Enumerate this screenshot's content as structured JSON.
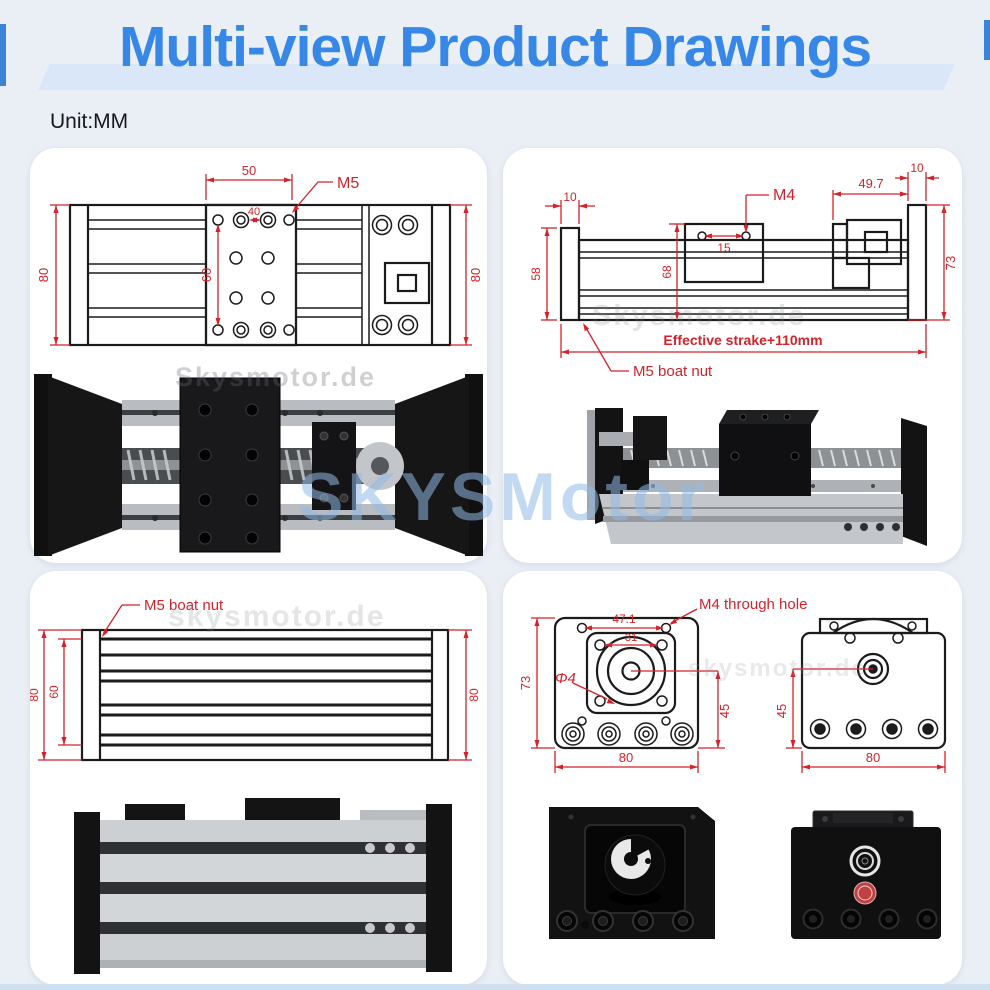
{
  "header": {
    "title": "Multi-view Product Drawings",
    "unit": "Unit:MM"
  },
  "watermarks": {
    "center": "SKYSMotor",
    "top_left": "Skysmotor.de",
    "top_right": "Skysmotor.de",
    "bottom_left": "skysmotor.de",
    "bottom_right": "skysmotor.de"
  },
  "colors": {
    "title_blue": "#3787e6",
    "title_highlight": "#d9e7f8",
    "dimension_red": "#d4222a",
    "line_black": "#1b1b1b",
    "background": "#eaeef5",
    "card": "#ffffff"
  },
  "top_left": {
    "dim_top": "50",
    "dim_holes": "40",
    "dim_plate": "60",
    "dim_left": "80",
    "dim_right": "80",
    "thread": "M5"
  },
  "top_right": {
    "dim_left_offset": "10",
    "dim_left_height": "58",
    "thread": "M4",
    "dim_hole_span": "15",
    "dim_center_height": "68",
    "dim_motor": "49.7",
    "dim_plate": "10",
    "dim_right_height": "73",
    "stroke_label": "Effective strake+110mm",
    "nut_label": "M5 boat nut"
  },
  "bottom_left": {
    "nut_label": "M5 boat nut",
    "dim_left": "80",
    "dim_inner": "60",
    "dim_right": "80"
  },
  "bottom_right": {
    "dim_flange": "47.1",
    "dim_pitch": "31",
    "hole_label": "M4 through hole",
    "dim_height": "73",
    "dia_label": "Φ4",
    "dim_offset": "45",
    "dim_width": "80",
    "dim_offset_rear": "45",
    "dim_width_rear": "80"
  }
}
